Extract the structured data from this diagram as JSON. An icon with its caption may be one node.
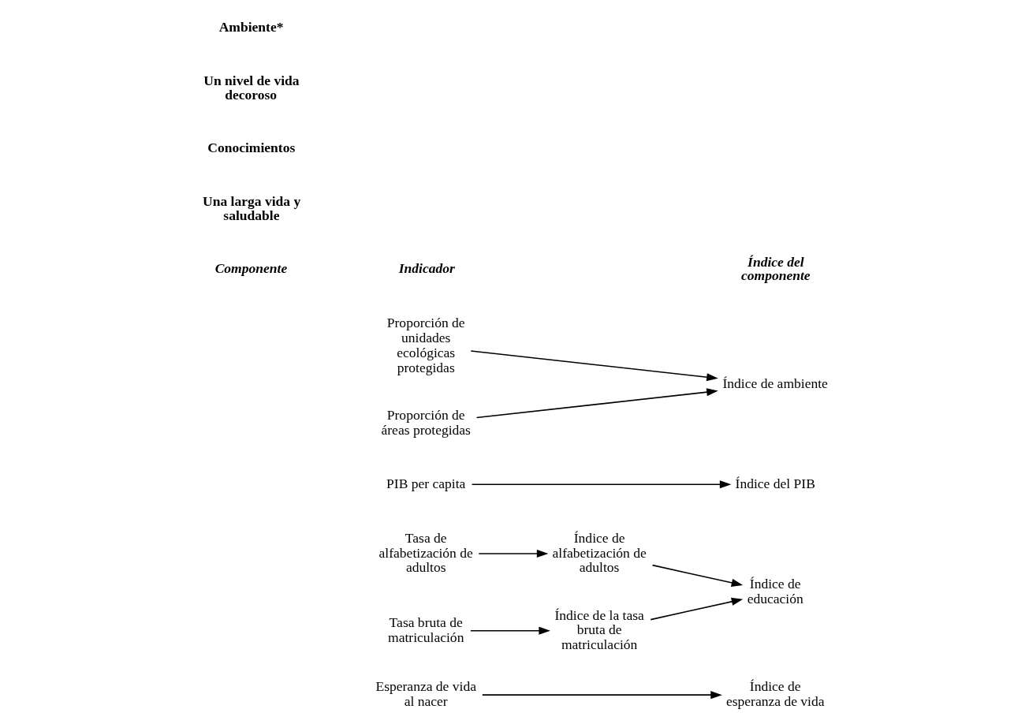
{
  "diagram": {
    "nodes": [
      {
        "text": [
          "Esperanza de vida al nacer"
        ]
      },
      {
        "text": [
          "Índice de esperanza de vida"
        ]
      },
      {
        "text": [
          "Tasa de alfabetización de adultos"
        ]
      },
      {
        "text": [
          "Índice de alfabetización de adultos"
        ]
      },
      {
        "text": [
          "Tasa bruta de matriculación"
        ]
      },
      {
        "text": [
          "Índice de la tasa bruta de matriculación"
        ]
      },
      {
        "text": [
          "Índice de educación"
        ]
      },
      {
        "text": [
          "PIB per capita"
        ]
      },
      {
        "text": [
          "Índice del PIB"
        ]
      },
      {
        "text": [
          "Proporción de unidades ecológicas protegidas"
        ]
      },
      {
        "text": [
          "Proporción de áreas protegidas"
        ]
      },
      {
        "text": [
          "Índice de ambiente"
        ]
      }
    ],
    "edges": [
      {
        "from": 0,
        "to": 1,
        "arrow": "to"
      },
      {
        "from": 2,
        "to": 3,
        "arrow": "to"
      },
      {
        "from": 3,
        "to": 6,
        "arrow": "to"
      },
      {
        "from": 4,
        "to": 5,
        "arrow": "to"
      },
      {
        "from": 5,
        "to": 6,
        "arrow": "to"
      },
      {
        "from": 7,
        "to": 8,
        "arrow": "to"
      },
      {
        "from": 9,
        "to": 11,
        "arrow": "to"
      },
      {
        "from": 10,
        "to": 11,
        "arrow": "to"
      }
    ],
    "labels": [
      "Componente",
      "Indicador",
      "Índice del componente",
      "Una larga vida y saludable",
      "Conocimientos",
      "Un nivel de vida decoroso",
      "Ambiente*"
    ]
  }
}
